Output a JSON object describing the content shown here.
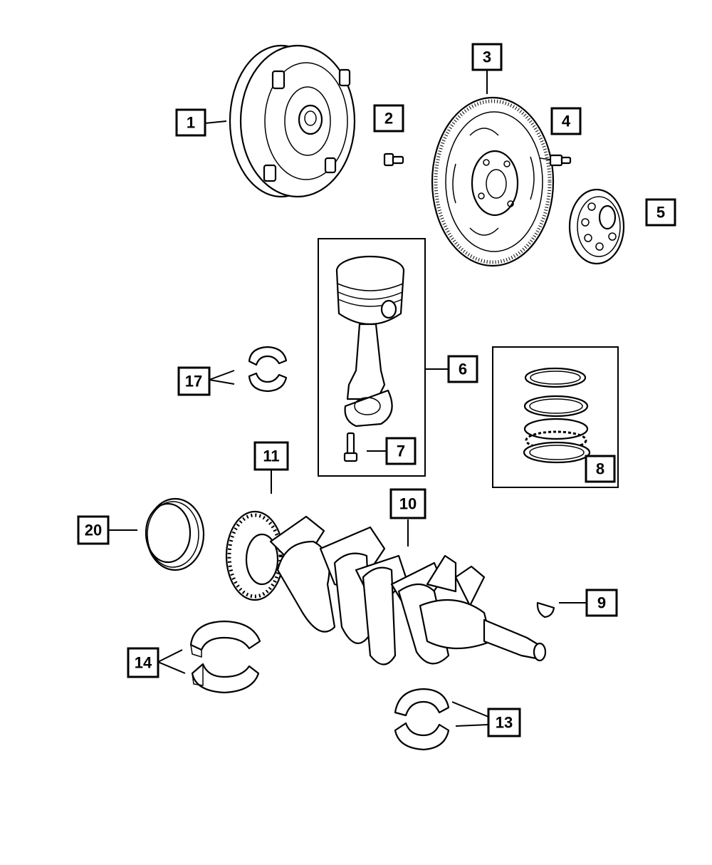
{
  "callouts": [
    {
      "id": "c1",
      "label": "1"
    },
    {
      "id": "c2",
      "label": "2"
    },
    {
      "id": "c3",
      "label": "3"
    },
    {
      "id": "c4",
      "label": "4"
    },
    {
      "id": "c5",
      "label": "5"
    },
    {
      "id": "c6",
      "label": "6"
    },
    {
      "id": "c7",
      "label": "7"
    },
    {
      "id": "c8",
      "label": "8"
    },
    {
      "id": "c9",
      "label": "9"
    },
    {
      "id": "c10",
      "label": "10"
    },
    {
      "id": "c11",
      "label": "11"
    },
    {
      "id": "c13",
      "label": "13"
    },
    {
      "id": "c14",
      "label": "14"
    },
    {
      "id": "c17",
      "label": "17"
    },
    {
      "id": "c20",
      "label": "20"
    }
  ]
}
